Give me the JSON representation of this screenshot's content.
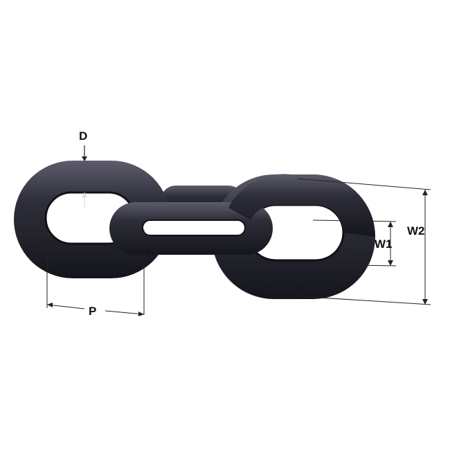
{
  "diagram": {
    "labels": {
      "d": "D",
      "p": "P",
      "w1": "W1",
      "w2": "W2"
    },
    "colors": {
      "link_dark": "#1e1e28",
      "link_mid": "#3a3a48",
      "link_highlight": "#6e6e80",
      "dimension_line": "#222222",
      "background": "#ffffff"
    }
  }
}
